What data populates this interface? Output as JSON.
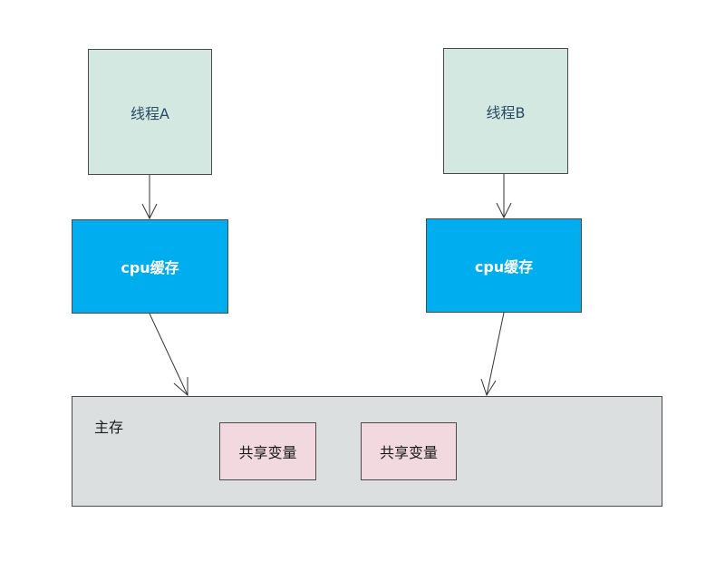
{
  "threads": [
    {
      "label": "线程A"
    },
    {
      "label": "线程B"
    }
  ],
  "caches": [
    {
      "label": "cpu缓存"
    },
    {
      "label": "cpu缓存"
    }
  ],
  "main_memory": {
    "label": "主存",
    "shared_variables": [
      {
        "label": "共享变量"
      },
      {
        "label": "共享变量"
      }
    ]
  },
  "colors": {
    "thread_fill": "#d2e8e0",
    "cache_fill": "#00aef0",
    "main_memory_fill": "#dcdfe0",
    "shared_fill": "#f2d9df"
  }
}
